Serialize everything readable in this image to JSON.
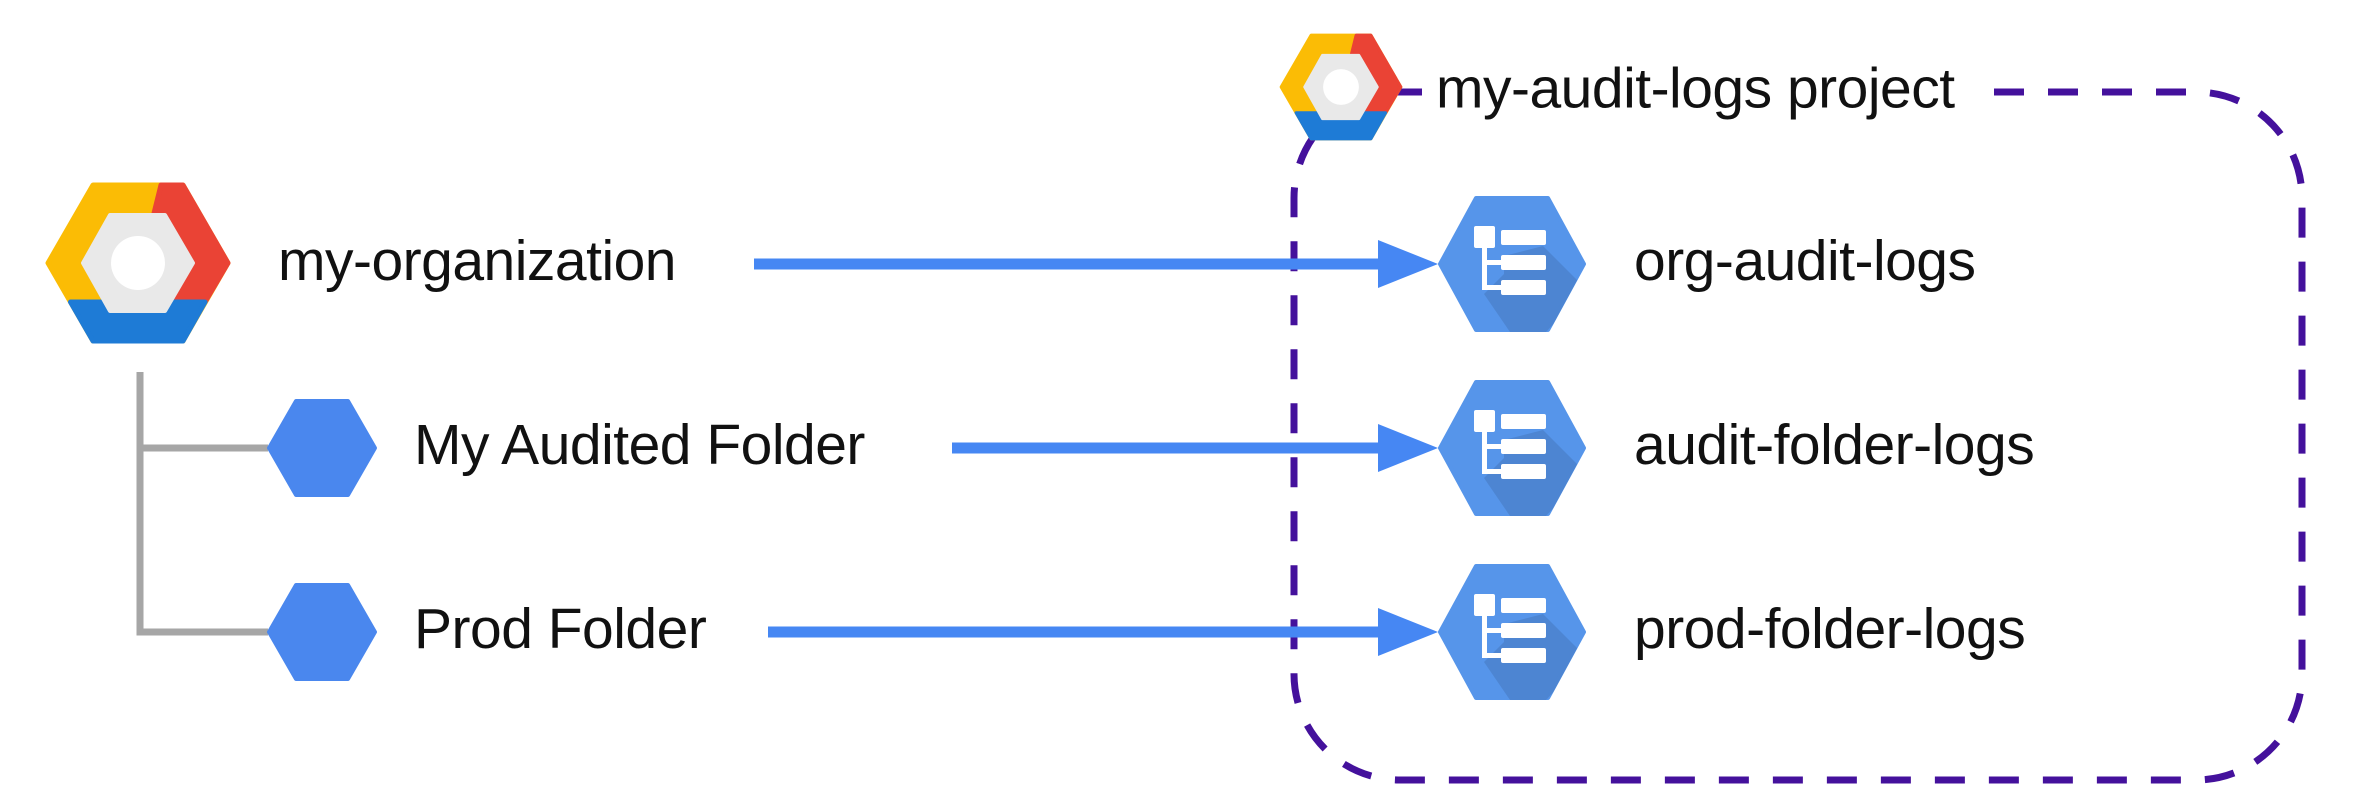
{
  "diagram": {
    "organization": {
      "label": "my-organization"
    },
    "folders": [
      {
        "label": "My Audited Folder"
      },
      {
        "label": "Prod Folder"
      }
    ],
    "project": {
      "label": "my-audit-logs project"
    },
    "log_buckets": [
      {
        "label": "org-audit-logs"
      },
      {
        "label": "audit-folder-logs"
      },
      {
        "label": "prod-folder-logs"
      }
    ],
    "icons": {
      "organization_icon": "gcp-hexagon-logo",
      "project_icon": "gcp-hexagon-logo",
      "folder_icon": "blue-hexagon",
      "log_bucket_icon": "logging-hexagon",
      "boundary": "dashed-rounded-rect"
    },
    "colors": {
      "arrow_blue": "#4687f3",
      "folder_blue": "#4a87ee",
      "logging_hex_blue": "#5695ea",
      "logging_hex_shadow": "rgba(0,0,0,0.10)",
      "boundary_purple": "#44119c",
      "tree_gray": "#a6a6a6",
      "text_black": "#111111",
      "gcp_yellow": "#fbbc05",
      "gcp_red": "#ea4335",
      "gcp_blue": "#1e7bd6",
      "gcp_inner_gray": "#e9e9e9"
    }
  }
}
